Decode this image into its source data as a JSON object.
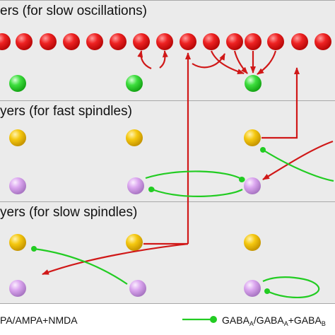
{
  "panels": {
    "slow_oscillations": {
      "title": "ers (for slow oscillations)"
    },
    "fast_spindles": {
      "title": "yers (for fast spindles)"
    },
    "slow_spindles": {
      "title": "yers (for slow spindles)"
    }
  },
  "legend": {
    "excitatory_label": "PA/AMPA+NMDA",
    "inhibitory_label": {
      "part1": "GABA",
      "sub1": "A",
      "part2": "/GABA",
      "sub2": "A",
      "part3": "+GABA",
      "sub3": "B"
    }
  },
  "colors": {
    "excitatory": "#d01818",
    "inhibitory": "#22cc22",
    "cortical_neuron": "#e51a1a",
    "interneuron": "#33d633",
    "tc_neuron": "#f2c40c",
    "re_neuron": "#d9a0ec",
    "panel_background": "#ebebeb"
  }
}
